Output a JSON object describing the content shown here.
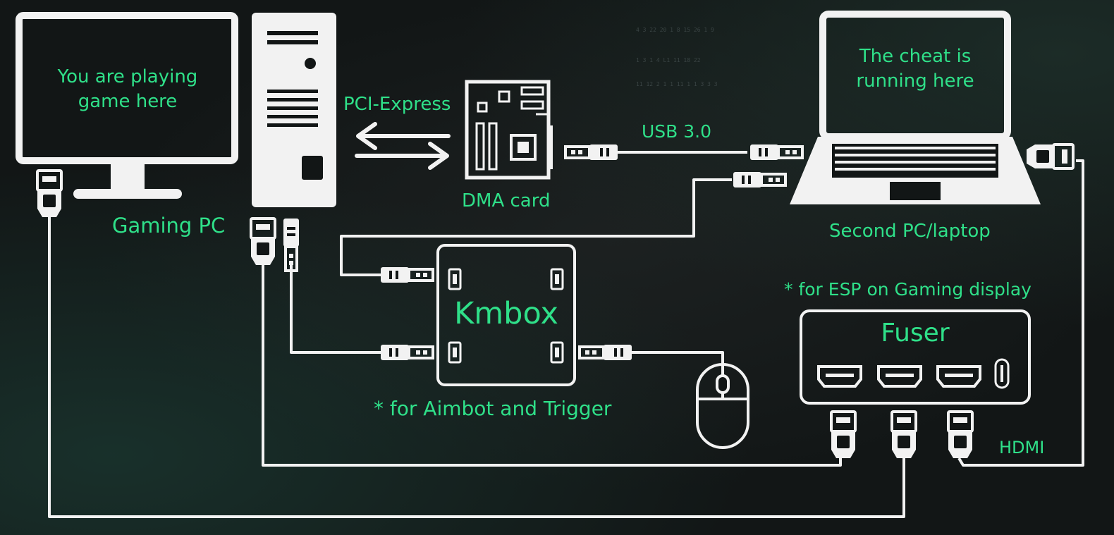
{
  "diagram": {
    "monitor_text_line1": "You are playing",
    "monitor_text_line2": "game here",
    "gaming_pc_label": "Gaming PC",
    "pci_label": "PCI-Express",
    "dma_label": "DMA card",
    "usb_label": "USB 3.0",
    "laptop_text_line1": "The cheat is",
    "laptop_text_line2": "running here",
    "laptop_label": "Second PC/laptop",
    "kmbox_label": "Kmbox",
    "kmbox_note": "* for Aimbot and Trigger",
    "fuser_label": "Fuser",
    "fuser_note": "* for ESP on Gaming display",
    "hdmi_label": "HDMI"
  },
  "colors": {
    "accent": "#2fe089",
    "line": "#f2f2f2",
    "background": "#121616"
  },
  "icons": [
    "monitor-icon",
    "pc-tower-icon",
    "dma-card-icon",
    "laptop-icon",
    "kmbox-device",
    "fuser-device",
    "mouse-icon",
    "usb-plug-icon",
    "hdmi-plug-icon"
  ]
}
